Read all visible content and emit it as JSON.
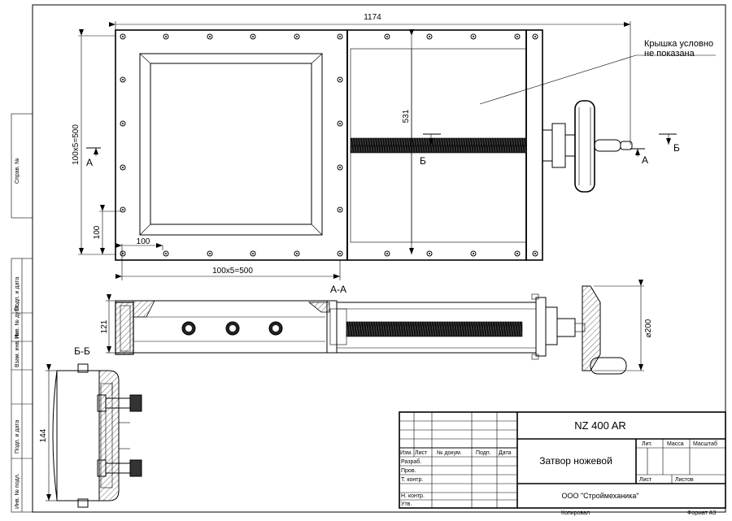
{
  "dimensions": {
    "overall_width": "1174",
    "height_label": "531",
    "bolt_pitch_vertical": "100x5=500",
    "bolt_pitch_horizontal": "100x5=500",
    "edge_offset_vertical": "100",
    "edge_offset_horizontal": "100",
    "side_height": "121",
    "handwheel_diameter": "⌀200",
    "section_height": "144"
  },
  "annotations": {
    "cover_note_line1": "Крышка условно",
    "cover_note_line2": "не показана",
    "cut_a": "А",
    "cut_b": "Б",
    "section_aa": "А-А",
    "section_bb": "Б-Б"
  },
  "side_stamps": [
    "Справ. №",
    "Подп. и дата",
    "Инв. № дубл.",
    "Взам. инв. №",
    "Подп. и дата",
    "Инв. № подл."
  ],
  "title_block": {
    "designation": "NZ 400 AR",
    "product_name": "Затвор ножевой",
    "company": "ООО \"Строймеханика\"",
    "col_headers": [
      "Изм.",
      "Лист",
      "№ докум.",
      "Подп.",
      "Дата"
    ],
    "row_labels": [
      "Разраб.",
      "Пров.",
      "Т. контр.",
      "",
      "Н. контр.",
      "Утв."
    ],
    "lit_label": "Лит.",
    "mass_label": "Масса",
    "scale_label": "Масштаб",
    "sheet_label": "Лист",
    "sheets_label": "Листов"
  },
  "footer": {
    "copied": "Копировал",
    "format": "Формат А3"
  }
}
